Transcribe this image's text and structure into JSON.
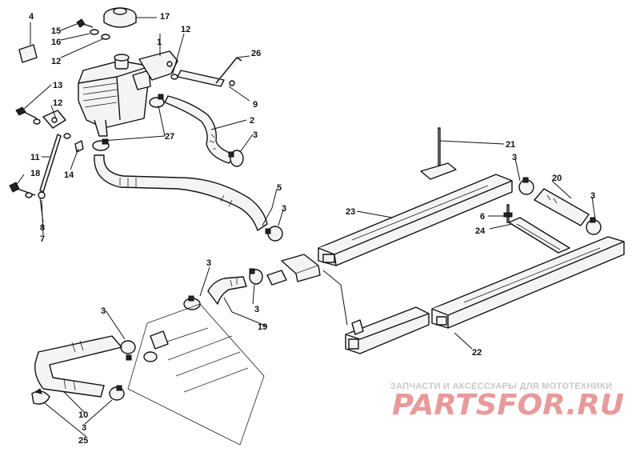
{
  "callouts": [
    {
      "id": "c4",
      "text": "4"
    },
    {
      "id": "c15",
      "text": "15"
    },
    {
      "id": "c16",
      "text": "16"
    },
    {
      "id": "c12a",
      "text": "12"
    },
    {
      "id": "c17",
      "text": "17"
    },
    {
      "id": "c12b",
      "text": "12"
    },
    {
      "id": "c1",
      "text": "1"
    },
    {
      "id": "c26",
      "text": "26"
    },
    {
      "id": "c9",
      "text": "9"
    },
    {
      "id": "c13",
      "text": "13"
    },
    {
      "id": "c12c",
      "text": "12"
    },
    {
      "id": "c2",
      "text": "2"
    },
    {
      "id": "c27",
      "text": "27"
    },
    {
      "id": "c3a",
      "text": "3"
    },
    {
      "id": "c11",
      "text": "11"
    },
    {
      "id": "c14",
      "text": "14"
    },
    {
      "id": "c18",
      "text": "18"
    },
    {
      "id": "c8",
      "text": "8"
    },
    {
      "id": "c7",
      "text": "7"
    },
    {
      "id": "c5",
      "text": "5"
    },
    {
      "id": "c3b",
      "text": "3"
    },
    {
      "id": "c21",
      "text": "21"
    },
    {
      "id": "c3c",
      "text": "3"
    },
    {
      "id": "c20",
      "text": "20"
    },
    {
      "id": "c3d",
      "text": "3"
    },
    {
      "id": "c23",
      "text": "23"
    },
    {
      "id": "c6",
      "text": "6"
    },
    {
      "id": "c24",
      "text": "24"
    },
    {
      "id": "c3e",
      "text": "3"
    },
    {
      "id": "c3f",
      "text": "3"
    },
    {
      "id": "c19",
      "text": "19"
    },
    {
      "id": "c3g",
      "text": "3"
    },
    {
      "id": "c22",
      "text": "22"
    },
    {
      "id": "c10",
      "text": "10"
    },
    {
      "id": "c3h",
      "text": "3"
    },
    {
      "id": "c25",
      "text": "25"
    }
  ],
  "watermark": {
    "subtitle": "ЗАПЧАСТИ И АКСЕССУАРЫ ДЛЯ МОТОТЕХНИКИ",
    "logo": "PARTSFOR.RU"
  }
}
